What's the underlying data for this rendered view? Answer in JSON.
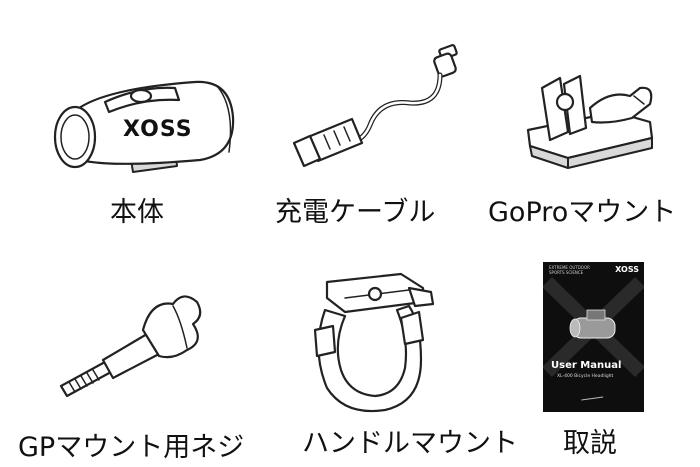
{
  "items": [
    {
      "label": "本体",
      "logo": "XOSS"
    },
    {
      "label": "充電ケーブル"
    },
    {
      "label": "GoProマウント"
    },
    {
      "label": "GPマウント用ネジ"
    },
    {
      "label": "ハンドルマウント"
    },
    {
      "label": "取説"
    }
  ],
  "manual": {
    "brand": "XOSS",
    "header_line1": "EXTREME OUTDOOR",
    "header_line2": "SPORTS SCIENCE",
    "title": "User Manual",
    "subtitle": "XL-400 Bicycle Headlight"
  }
}
